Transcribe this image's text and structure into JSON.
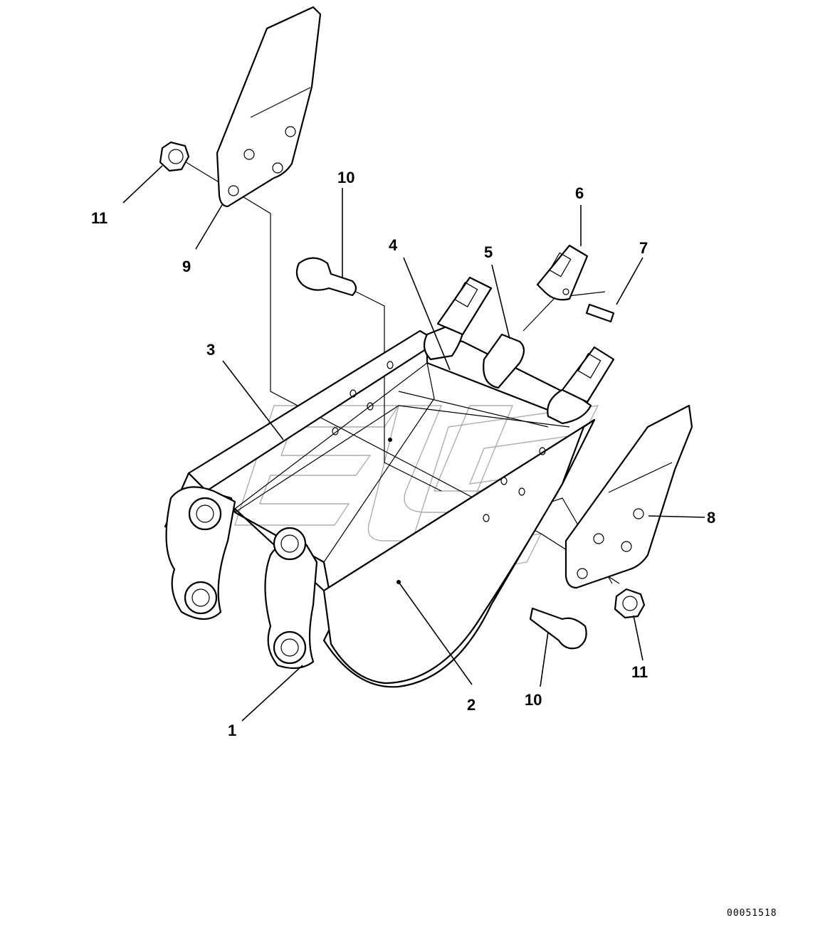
{
  "diagram": {
    "callouts": [
      "11",
      "9",
      "10",
      "4",
      "5",
      "6",
      "7",
      "3",
      "8",
      "2",
      "10",
      "11",
      "1"
    ],
    "document_number": "00051518"
  }
}
